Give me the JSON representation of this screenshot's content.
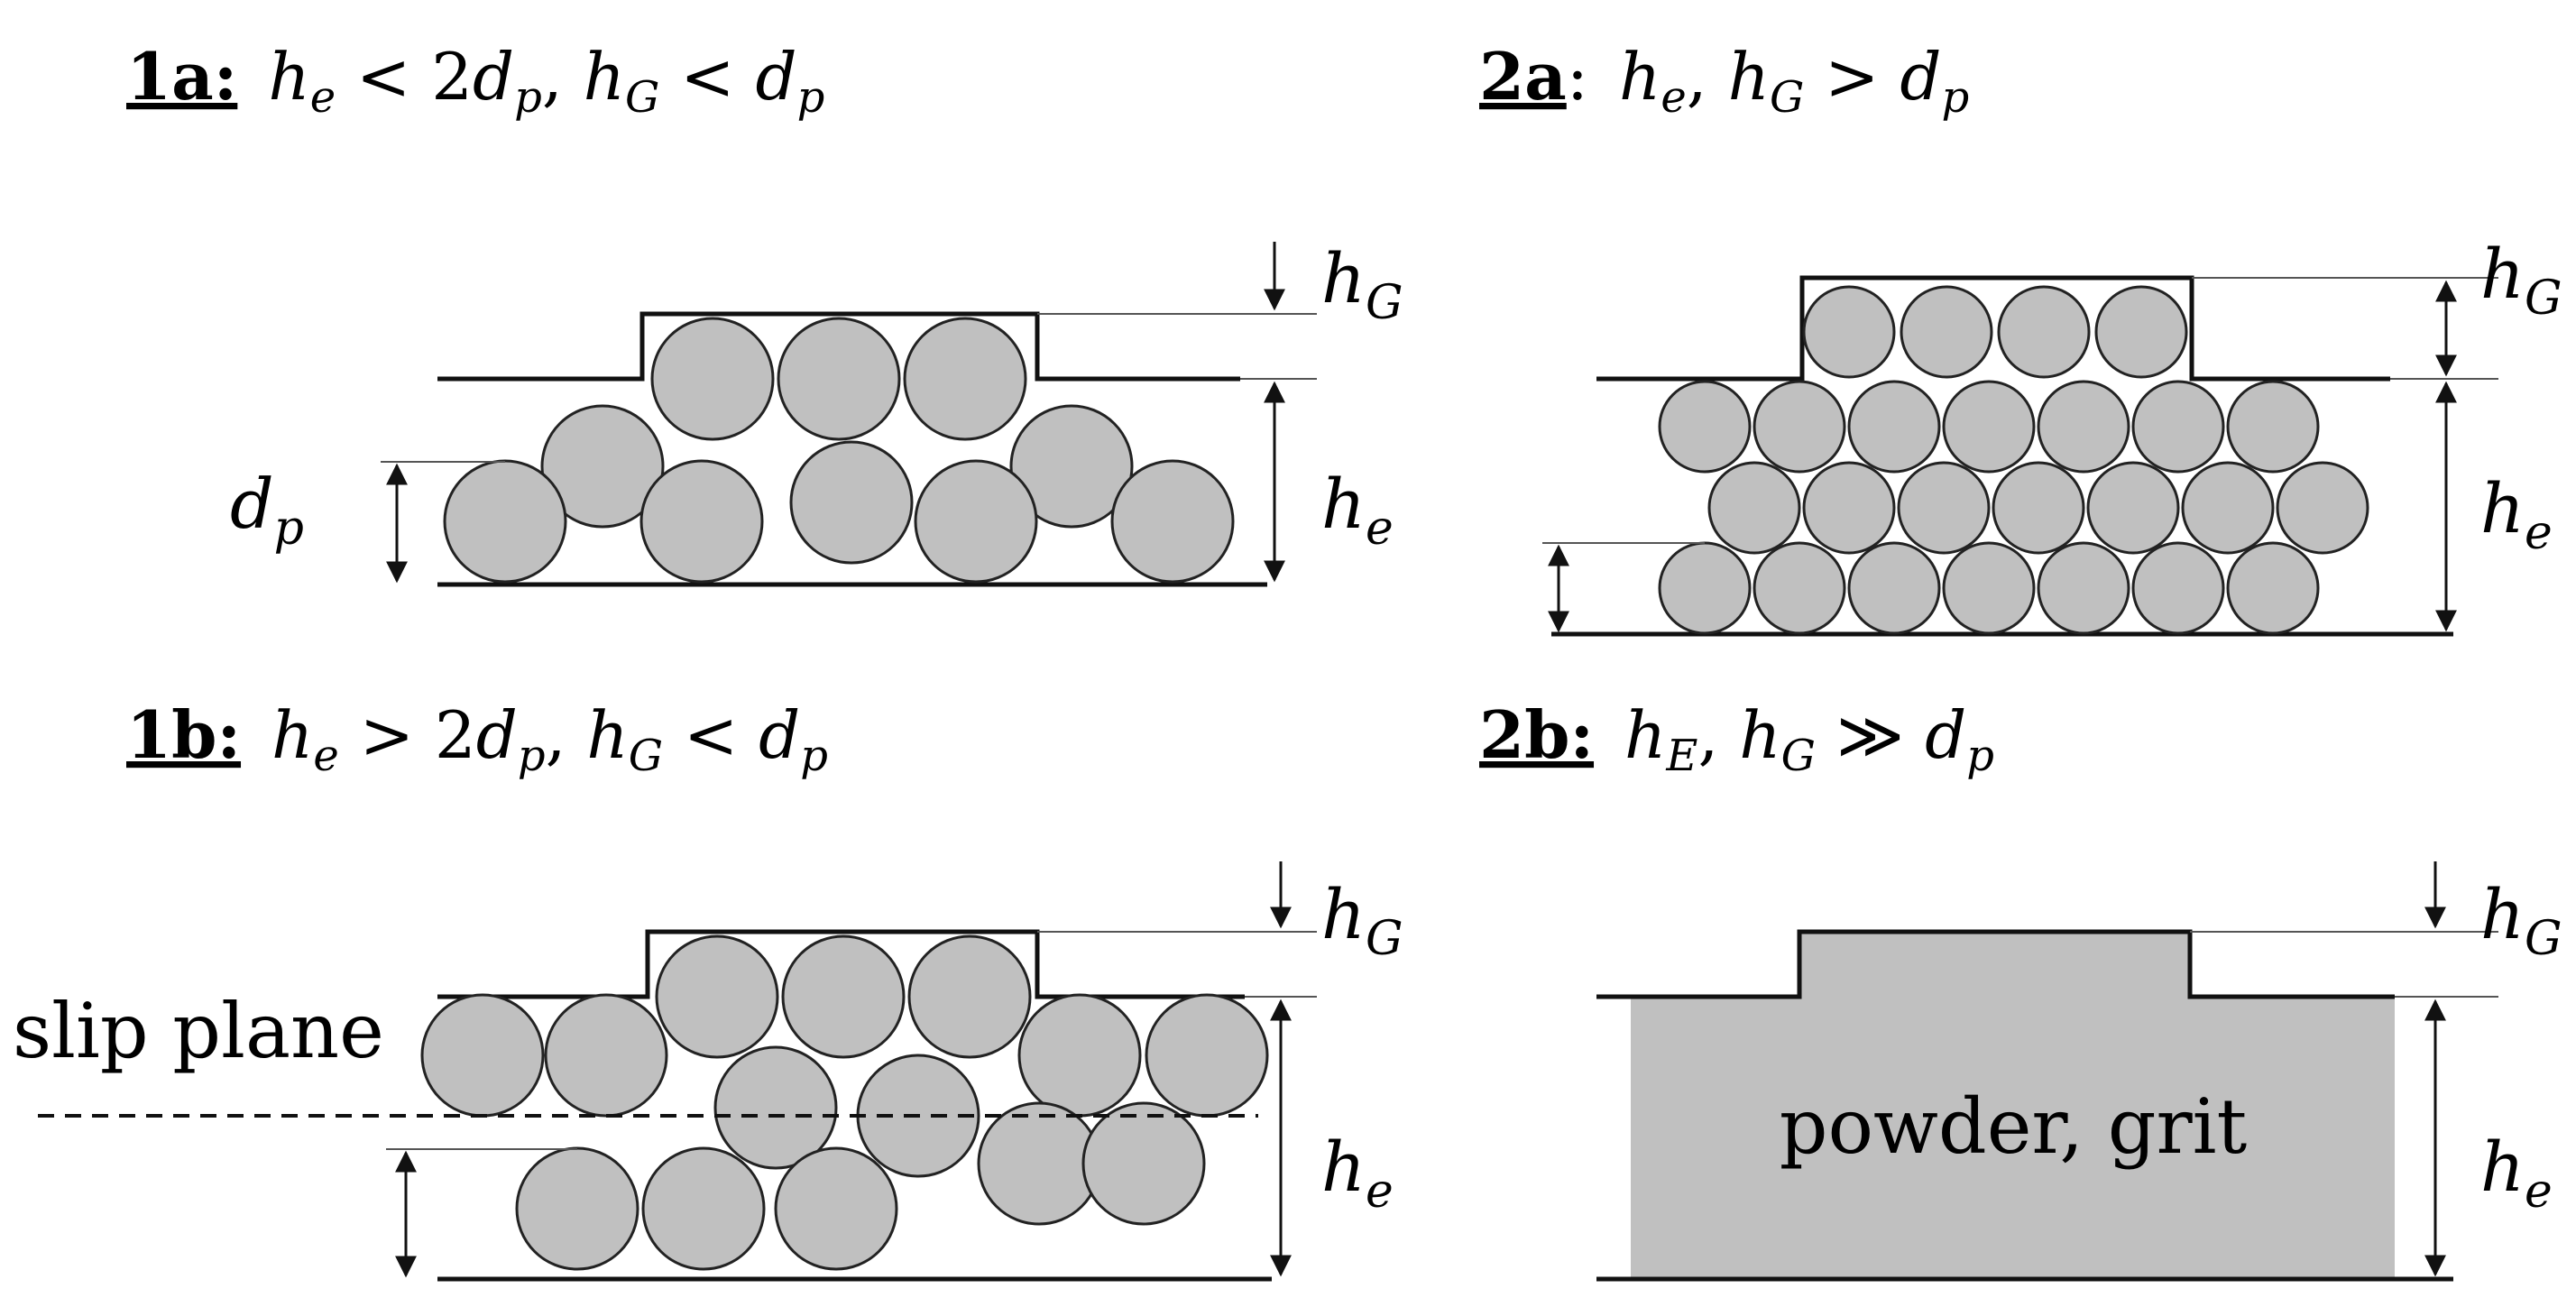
{
  "colors": {
    "particle_fill": "#c0c0c0",
    "particle_stroke": "#222222",
    "line": "#111111",
    "guide_line": "#555555"
  },
  "panels": {
    "p1a": {
      "tag": "1a:",
      "cond_parts": [
        "h",
        "e",
        " < 2",
        "d",
        "p",
        ", ",
        "h",
        "G",
        " < ",
        "d",
        "p"
      ],
      "label_hG_main": "h",
      "label_hG_sub": "G",
      "label_he_main": "h",
      "label_he_sub": "e",
      "label_dp_main": "d",
      "label_dp_sub": "p"
    },
    "p2a": {
      "tag": "2a",
      "tag_suffix": ":",
      "cond_parts": [
        "h",
        "e",
        ", ",
        "h",
        "G",
        " > ",
        "d",
        "p"
      ],
      "label_hG_main": "h",
      "label_hG_sub": "G",
      "label_he_main": "h",
      "label_he_sub": "e"
    },
    "p1b": {
      "tag": "1b:",
      "cond_parts": [
        "h",
        "e",
        " > 2",
        "d",
        "p",
        ", ",
        "h",
        "G",
        " < ",
        "d",
        "p"
      ],
      "label_hG_main": "h",
      "label_hG_sub": "G",
      "label_he_main": "h",
      "label_he_sub": "e",
      "slip_plane": "slip plane"
    },
    "p2b": {
      "tag": "2b:",
      "cond_parts": [
        "h",
        "E",
        ", ",
        "h",
        "G",
        " ≫ ",
        "d",
        "p"
      ],
      "label_hG_main": "h",
      "label_hG_sub": "G",
      "label_he_main": "h",
      "label_he_sub": "e",
      "powder_label": "powder, grit"
    }
  }
}
